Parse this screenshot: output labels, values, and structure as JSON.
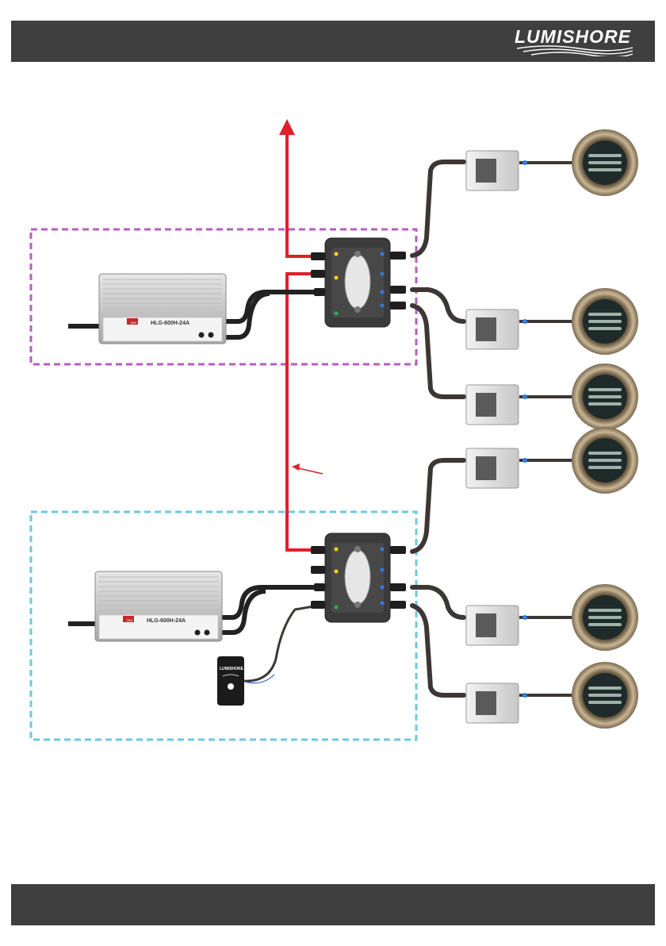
{
  "header": {
    "brand": "LUMISHORE"
  },
  "psu_top": {
    "model": "HLG-600H-24A",
    "brand_badge": "MW"
  },
  "psu_bottom": {
    "model": "HLG-600H-24A",
    "brand_badge": "MW"
  },
  "remote": {
    "brand": "LUMISHORE"
  },
  "colors": {
    "bar": "#3f3f3f",
    "zone_top": "#b65ec2",
    "zone_bottom": "#6cc9dd",
    "link": "#e0202a",
    "cable": "#3d3734"
  }
}
